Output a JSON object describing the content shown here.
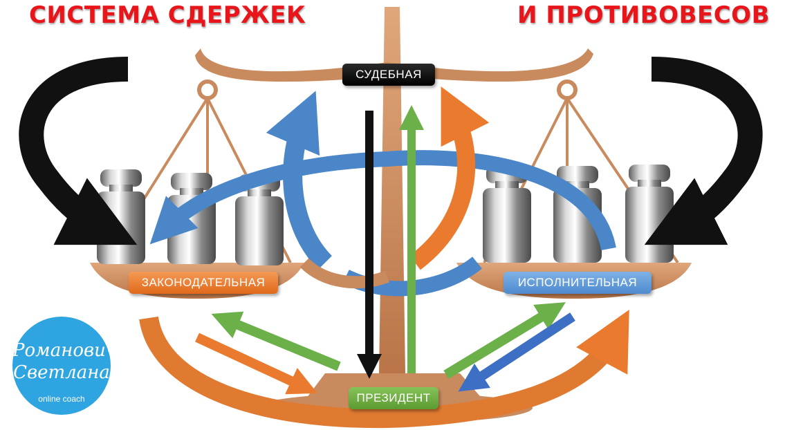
{
  "title": {
    "left": "СИСТЕМА СДЕРЖЕК",
    "right": "И ПРОТИВОВЕСОВ",
    "color": "#e8151b"
  },
  "branches": {
    "judicial": "СУДЕБНАЯ",
    "legislative": "ЗАКОНОДАТЕЛЬНАЯ",
    "executive": "ИСПОЛНИТЕЛЬНАЯ",
    "president": "ПРЕЗИДЕНТ"
  },
  "logo": {
    "name_line1": "Романович",
    "name_line2": "Светлана",
    "tagline": "online coach",
    "color": "#2ea4e0"
  },
  "colors": {
    "scale": "#c98a5e",
    "orange": "#ea7a2e",
    "blue": "#4a86c8",
    "green": "#6cb04a",
    "black": "#111111"
  },
  "icons": [
    "scales-icon",
    "weight-icon"
  ]
}
